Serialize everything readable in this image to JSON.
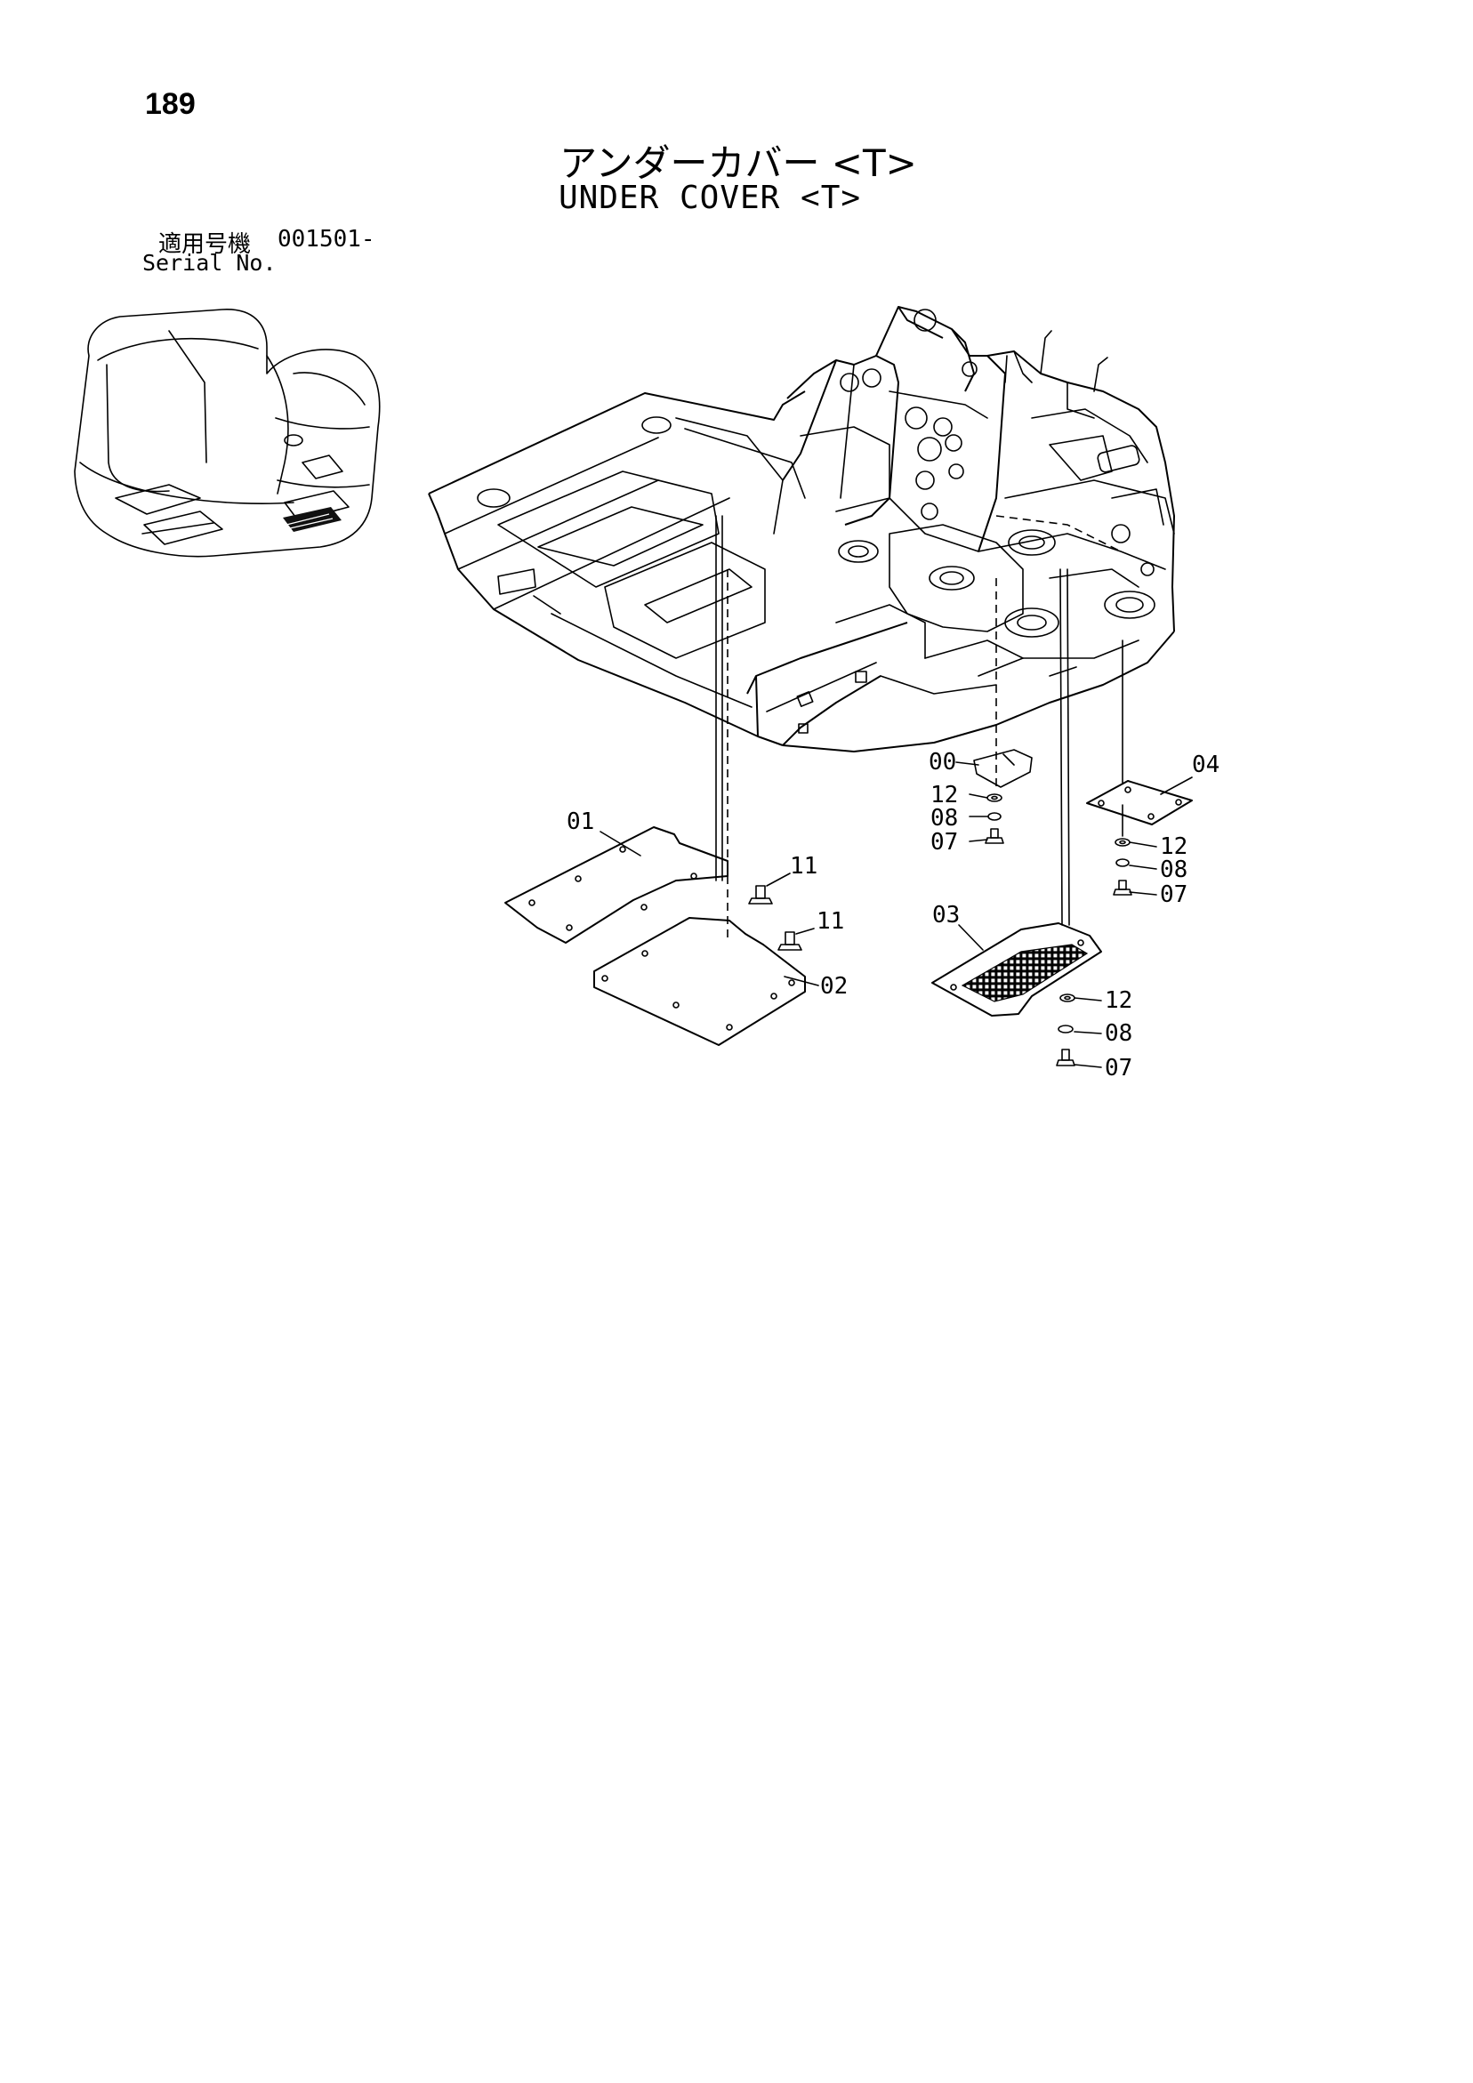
{
  "page_number": "189",
  "title_jp": "アンダーカバー <T>",
  "title_en": "UNDER COVER <T>",
  "serial": {
    "label_jp": "適用号機",
    "label_en": "Serial No.",
    "value": "001501-"
  },
  "callouts": [
    "00",
    "01",
    "02",
    "03",
    "04",
    "07",
    "08",
    "11",
    "12"
  ],
  "callout_labels": {
    "c00": "00",
    "c01": "01",
    "c02": "02",
    "c03": "03",
    "c04": "04",
    "c07a": "07",
    "c08a": "08",
    "c12a": "12",
    "c07b": "07",
    "c08b": "08",
    "c12b": "12",
    "c07c": "07",
    "c08c": "08",
    "c12c": "12",
    "c11a": "11",
    "c11b": "11"
  }
}
